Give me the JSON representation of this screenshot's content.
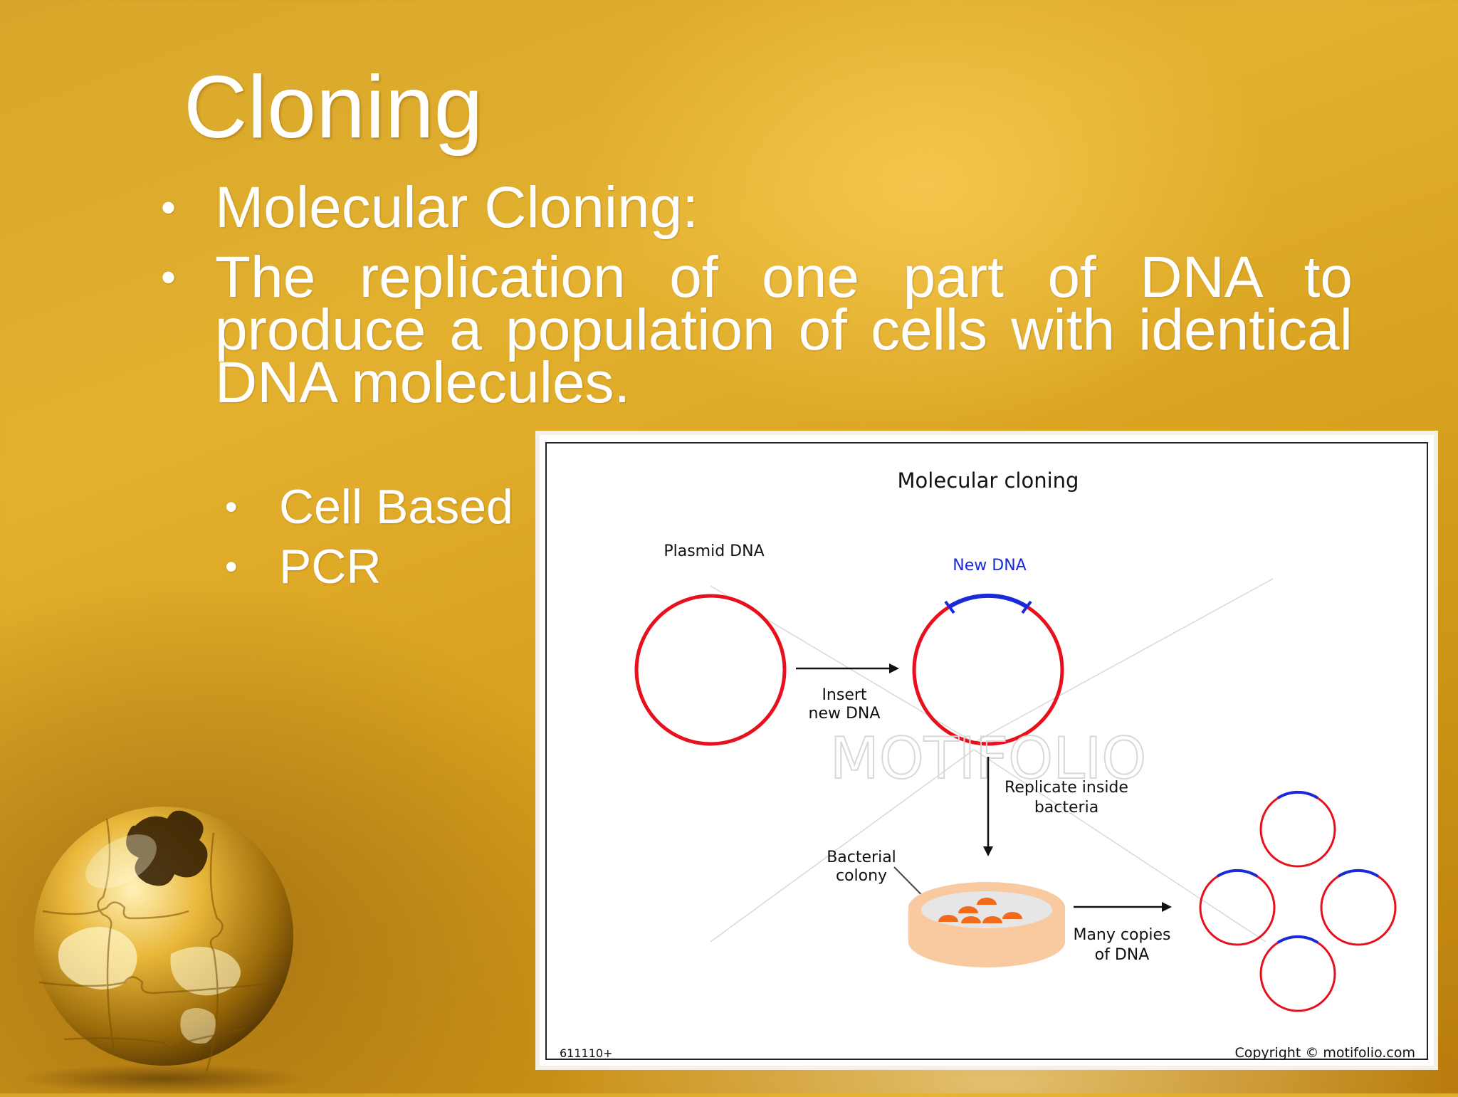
{
  "slide": {
    "title": "Cloning",
    "bullets": [
      "Molecular Cloning:",
      "The replication of one part of DNA to produce a population of cells with identical DNA molecules."
    ],
    "sub_bullets": [
      "Cell Based",
      "PCR"
    ],
    "bullet_glyph": "•"
  },
  "figure": {
    "title": "Molecular cloning",
    "plasmid_label": "Plasmid DNA",
    "new_dna_label": "New DNA",
    "insert_label_1": "Insert",
    "insert_label_2": "new DNA",
    "replicate_label_1": "Replicate inside",
    "replicate_label_2": "bacteria",
    "colony_label_1": "Bacterial",
    "colony_label_2": "colony",
    "copies_label_1": "Many copies",
    "copies_label_2": "of DNA",
    "watermark": "MOTIFOLIO",
    "id_code": "611110+",
    "copyright": "Copyright © motifolio.com",
    "colors": {
      "plasmid": "#e8101c",
      "new_dna": "#1a2ad8",
      "colony": "#f26a1b",
      "dish": "#f9c9a0"
    }
  },
  "background": {
    "colors": [
      "#d8a62a",
      "#e3b12f",
      "#b97c0d"
    ],
    "decoration": "golden-puzzle-globe"
  }
}
